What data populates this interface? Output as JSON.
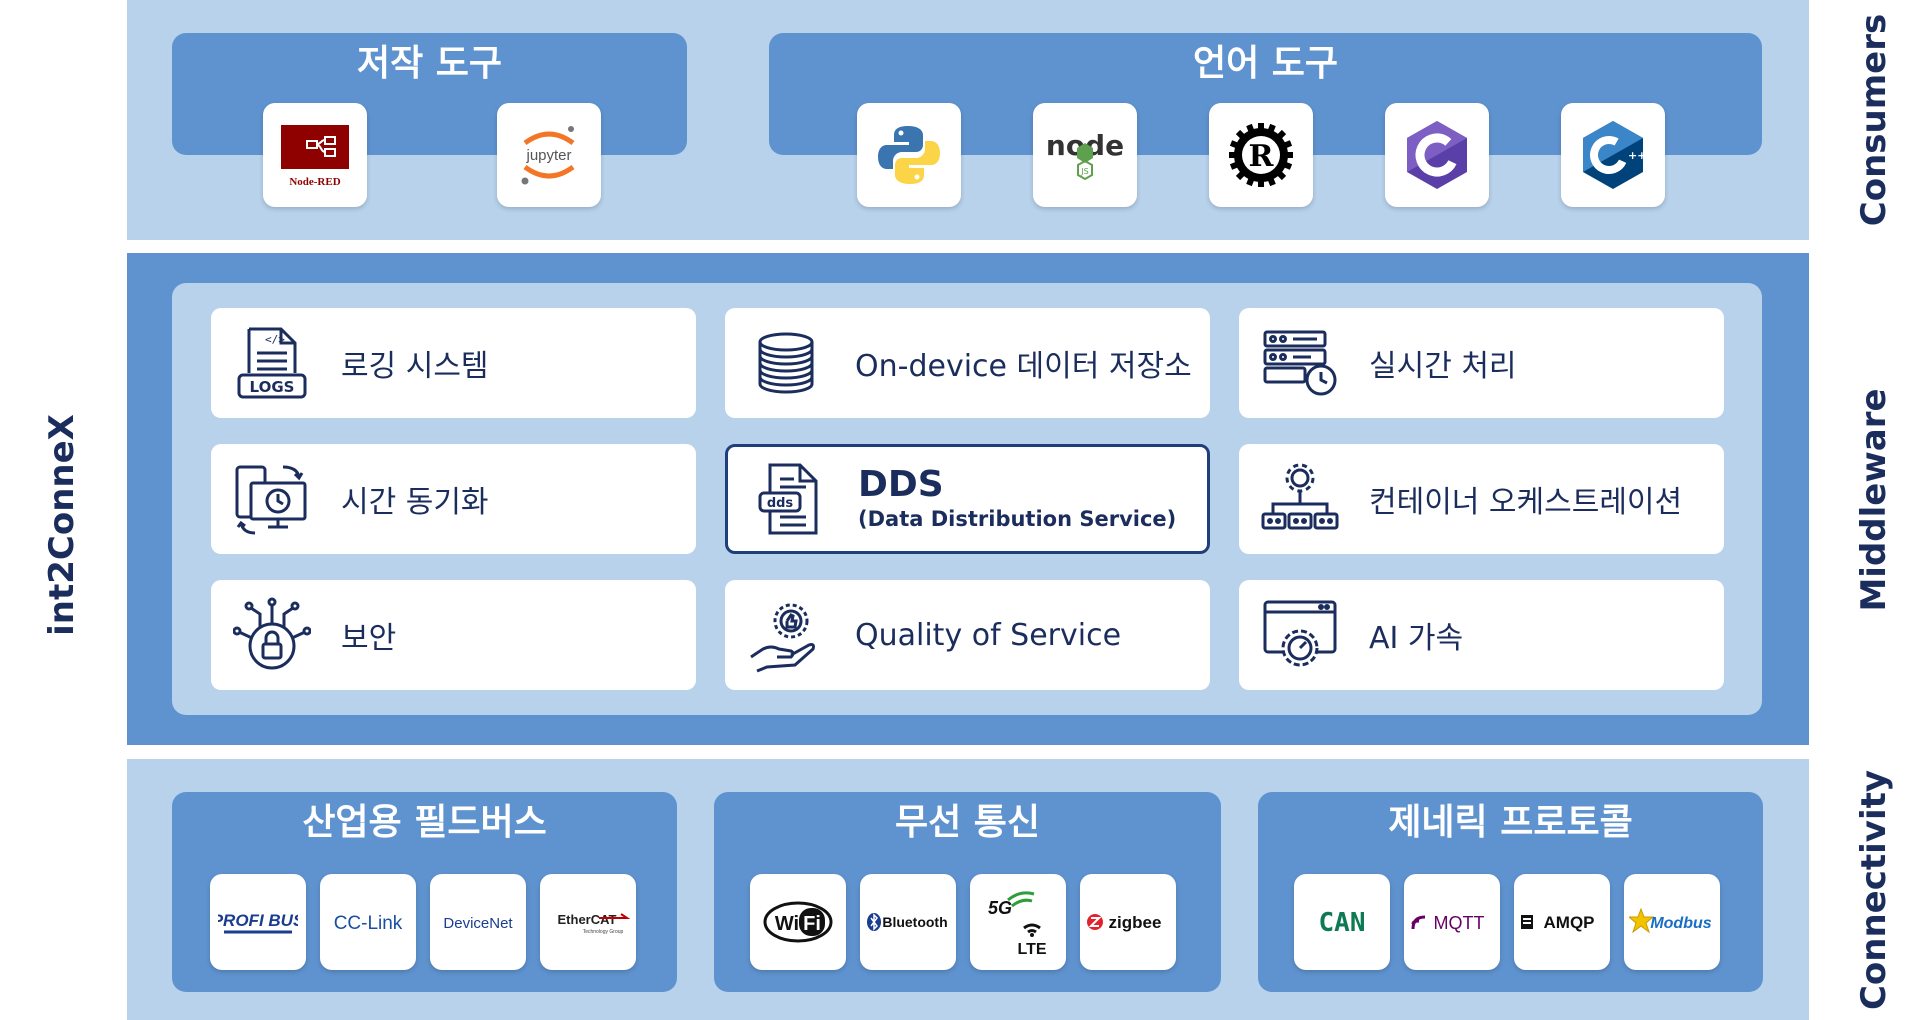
{
  "side_labels": {
    "brand": "int2ConneX",
    "consumers": "Consumers",
    "middleware": "Middleware",
    "connectivity": "Connectivity"
  },
  "consumers": {
    "authoring": {
      "title": "저작 도구",
      "tools": [
        {
          "name": "node-red-icon",
          "label": "Node-RED"
        },
        {
          "name": "jupyter-icon",
          "label": "jupyter"
        }
      ]
    },
    "language": {
      "title": "언어 도구",
      "tools": [
        {
          "name": "python-icon"
        },
        {
          "name": "nodejs-icon",
          "label": "node"
        },
        {
          "name": "rust-icon"
        },
        {
          "name": "c-icon"
        },
        {
          "name": "cpp-icon"
        }
      ]
    }
  },
  "middleware": {
    "cards": [
      {
        "name": "logging",
        "label": "로깅 시스템",
        "icon": "logs-icon",
        "icon_text": "LOGS"
      },
      {
        "name": "ondevice-storage",
        "label": "On-device 데이터 저장소",
        "icon": "database-icon"
      },
      {
        "name": "realtime",
        "label": "실시간 처리",
        "icon": "server-clock-icon"
      },
      {
        "name": "timesync",
        "label": "시간 동기화",
        "icon": "devices-sync-icon"
      },
      {
        "name": "dds",
        "title": "DDS",
        "subtitle": "(Data Distribution Service)",
        "icon": "dds-file-icon",
        "icon_text": "dds"
      },
      {
        "name": "container",
        "label": "컨테이너 오케스트레이션",
        "icon": "gear-network-icon"
      },
      {
        "name": "security",
        "label": "보안",
        "icon": "lock-circuit-icon"
      },
      {
        "name": "qos",
        "label": "Quality of Service",
        "icon": "hand-badge-icon"
      },
      {
        "name": "ai",
        "label": "AI 가속",
        "icon": "window-gauge-icon"
      }
    ]
  },
  "connectivity": {
    "fieldbus": {
      "title": "산업용 필드버스",
      "items": [
        {
          "name": "profibus-icon",
          "label": "PROFI BUS"
        },
        {
          "name": "cclink-icon",
          "label": "CC-Link"
        },
        {
          "name": "devicenet-icon",
          "label": "DeviceNet"
        },
        {
          "name": "ethercat-icon",
          "label": "EtherCAT",
          "sub": "Technology Group"
        }
      ]
    },
    "wireless": {
      "title": "무선 통신",
      "items": [
        {
          "name": "wifi-icon",
          "label": "WiFi"
        },
        {
          "name": "bluetooth-icon",
          "label": "Bluetooth"
        },
        {
          "name": "5g-lte-icon",
          "label": "5G",
          "label2": "LTE"
        },
        {
          "name": "zigbee-icon",
          "label": "zigbee"
        }
      ]
    },
    "generic": {
      "title": "제네릭 프로토콜",
      "items": [
        {
          "name": "can-icon",
          "label": "CAN"
        },
        {
          "name": "mqtt-icon",
          "label": "MQTT"
        },
        {
          "name": "amqp-icon",
          "label": "AMQP"
        },
        {
          "name": "modbus-icon",
          "label": "Modbus"
        }
      ]
    }
  },
  "colors": {
    "navy": "#1b2d5c",
    "band_light": "#b8d2ec",
    "band_dark": "#5f93cf",
    "tile": "#ffffff"
  }
}
